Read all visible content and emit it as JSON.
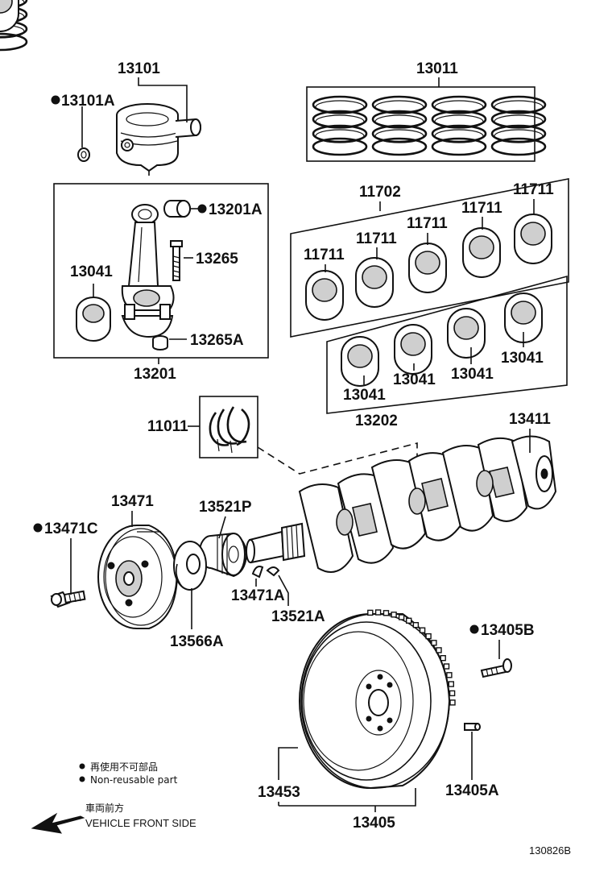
{
  "labels": {
    "p13101": "13101",
    "p13101A": "13101A",
    "p13011": "13011",
    "p13201A": "13201A",
    "p13265": "13265",
    "p13041_rod": "13041",
    "p13265A": "13265A",
    "p13201": "13201",
    "p11702": "11702",
    "p11711_a": "11711",
    "p11711_b": "11711",
    "p11711_c": "11711",
    "p11711_d": "11711",
    "p11711_e": "11711",
    "p13041_a": "13041",
    "p13041_b": "13041",
    "p13041_c": "13041",
    "p13041_d": "13041",
    "p13202": "13202",
    "p11011": "11011",
    "p13411": "13411",
    "p13471": "13471",
    "p13521P": "13521P",
    "p13471C": "13471C",
    "p13471A": "13471A",
    "p13521A": "13521A",
    "p13566A": "13566A",
    "p13405B": "13405B",
    "p13453": "13453",
    "p13405A": "13405A",
    "p13405": "13405"
  },
  "legend": {
    "jp": "再使用不可部品",
    "en": "Non-reusable part"
  },
  "direction": {
    "jp": "車両前方",
    "en": "VEHICLE FRONT SIDE"
  },
  "figure_code": "130826B"
}
